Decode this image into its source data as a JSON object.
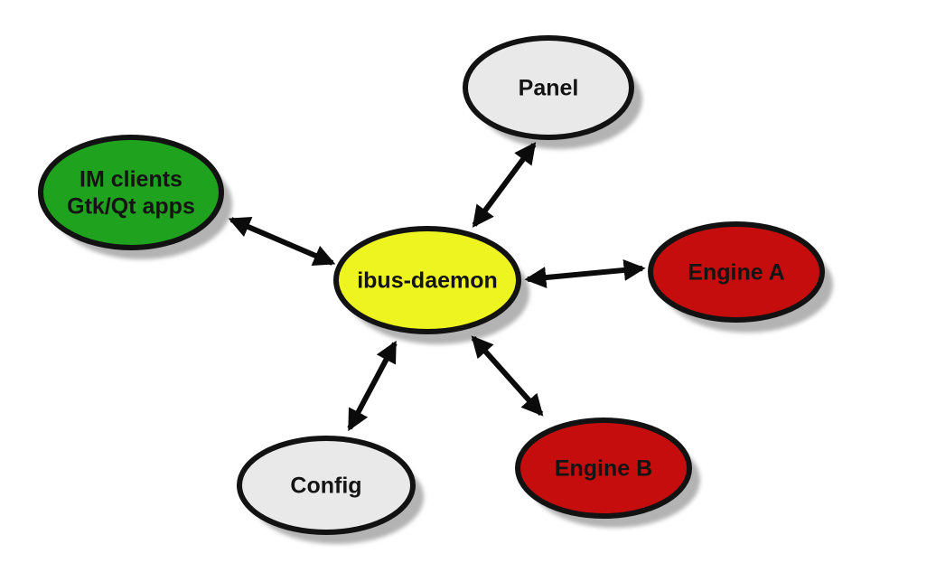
{
  "diagram": {
    "type": "node-link-architecture",
    "description": "IBus input method framework architecture diagram: central ibus-daemon connected by bidirectional arrows to Panel, IM clients (Gtk/Qt apps), Engine A, Engine B and Config",
    "nodes": {
      "panel": {
        "id": "panel",
        "label": "Panel",
        "fill": "#e9e9e9",
        "shape": "ellipse"
      },
      "im_clients": {
        "id": "im_clients",
        "label_line1": "IM clients",
        "label_line2": "Gtk/Qt apps",
        "fill": "#1fa31f",
        "shape": "ellipse"
      },
      "ibus_daemon": {
        "id": "ibus_daemon",
        "label": "ibus-daemon",
        "fill": "#edf41f",
        "shape": "ellipse"
      },
      "engine_a": {
        "id": "engine_a",
        "label": "Engine A",
        "fill": "#c60d0d",
        "shape": "ellipse"
      },
      "engine_b": {
        "id": "engine_b",
        "label": "Engine B",
        "fill": "#c60d0d",
        "shape": "ellipse"
      },
      "config": {
        "id": "config",
        "label": "Config",
        "fill": "#e9e9e9",
        "shape": "ellipse"
      }
    },
    "edges": [
      {
        "from": "ibus_daemon",
        "to": "panel",
        "style": "double-arrow"
      },
      {
        "from": "ibus_daemon",
        "to": "im_clients",
        "style": "double-arrow"
      },
      {
        "from": "ibus_daemon",
        "to": "engine_a",
        "style": "double-arrow"
      },
      {
        "from": "ibus_daemon",
        "to": "engine_b",
        "style": "double-arrow"
      },
      {
        "from": "ibus_daemon",
        "to": "config",
        "style": "double-arrow"
      }
    ],
    "colors": {
      "background": "#ffffff",
      "node_stroke": "#121212",
      "edge": "#0b0b0b",
      "shadow": "#9a9a9a",
      "text": "#141414",
      "green": "#1fa31f",
      "yellow": "#edf41f",
      "red": "#c60d0d",
      "gray": "#e9e9e9"
    }
  }
}
